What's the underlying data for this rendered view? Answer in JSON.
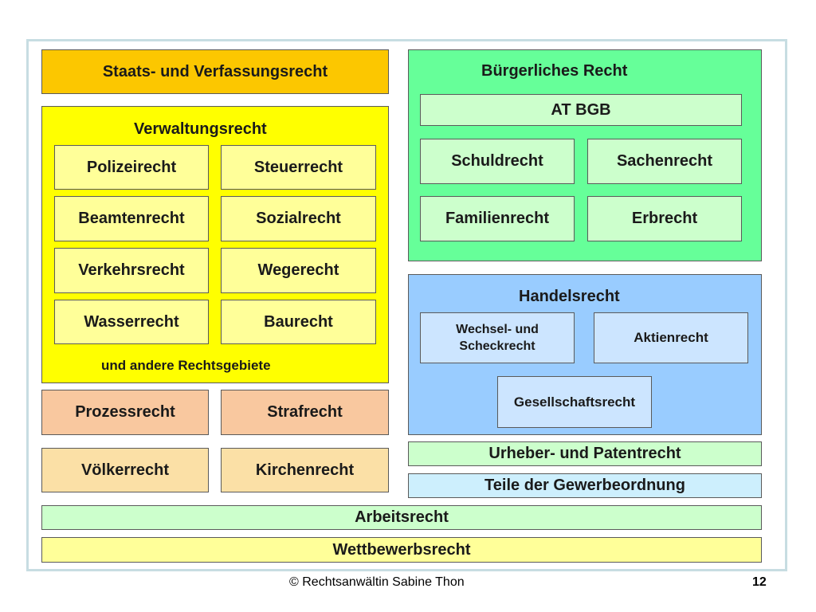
{
  "staats": "Staats- und Verfassungsrecht",
  "verwaltung": {
    "title": "Verwaltungsrecht",
    "items": [
      "Polizeirecht",
      "Steuerrecht",
      "Beamtenrecht",
      "Sozialrecht",
      "Verkehrsrecht",
      "Wegerecht",
      "Wasserrecht",
      "Baurecht"
    ],
    "footnote": "und andere Rechtsgebiete"
  },
  "prozess": "Prozessrecht",
  "straf": "Strafrecht",
  "voelker": "Völkerrecht",
  "kirchen": "Kirchenrecht",
  "buergerlich": {
    "title": "Bürgerliches Recht",
    "at": "AT BGB",
    "items": [
      "Schuldrecht",
      "Sachenrecht",
      "Familienrecht",
      "Erbrecht"
    ]
  },
  "handel": {
    "title": "Handelsrecht",
    "wechsel": "Wechsel- und Scheckrecht",
    "aktien": "Aktienrecht",
    "gesellschaft": "Gesellschaftsrecht"
  },
  "urheber": "Urheber- und Patentrecht",
  "gewerbe": "Teile der Gewerbeordnung",
  "arbeit": "Arbeitsrecht",
  "wettbewerb": "Wettbewerbsrecht",
  "footer": {
    "copyright": "© Rechtsanwältin Sabine Thon",
    "page": "12"
  },
  "colors": {
    "staats": "#fcc700",
    "verwaltung": "#ffff00",
    "verwaltung_item": "#ffff99",
    "prozess": "#f9c89f",
    "voelker": "#fbe0a6",
    "buergerlich": "#66ff99",
    "buergerlich_item": "#ccffcc",
    "handel": "#99ccff",
    "handel_item": "#cce5ff",
    "light_green": "#ccffcc",
    "light_blue": "#cdeffd",
    "light_yellow": "#ffff99"
  }
}
